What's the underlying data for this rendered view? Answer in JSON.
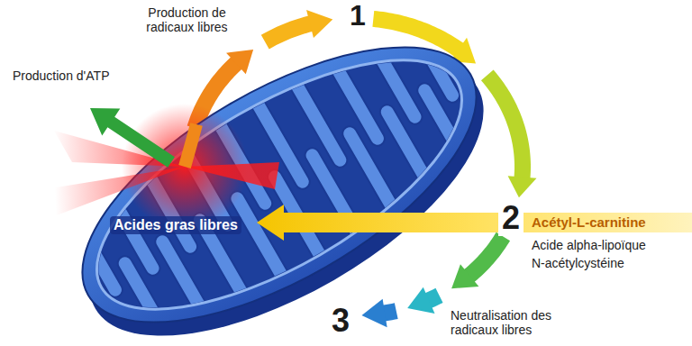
{
  "diagram": {
    "nodes": [
      {
        "text": [
          "Acides gras libres"
        ]
      }
    ],
    "labels": [
      "Production de radicaux libres",
      "Production d'ATP",
      "1",
      "2",
      "Acétyl-L-carnitine",
      "Acide alpha-lipoïque",
      "N-acétylcystéine",
      "3",
      "Neutralisation des radicaux libres"
    ]
  }
}
